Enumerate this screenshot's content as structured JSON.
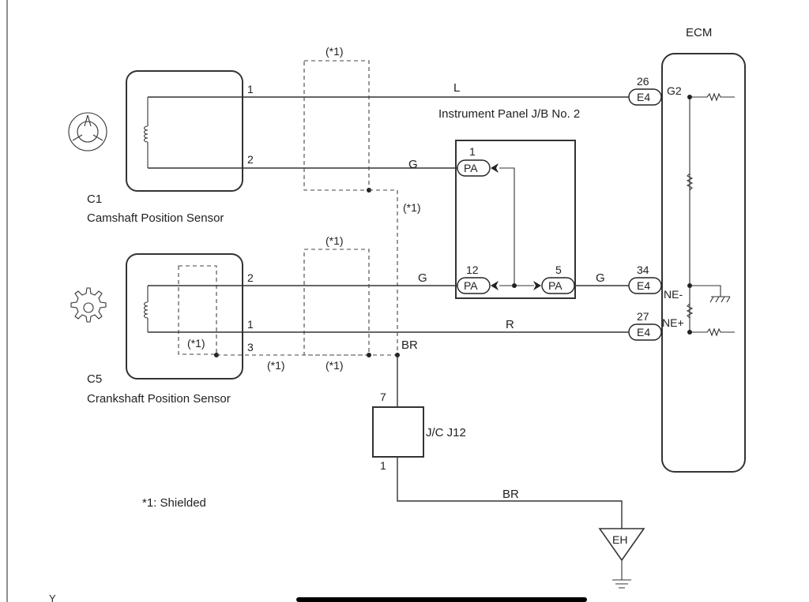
{
  "diagram": {
    "ecm": {
      "title": "ECM",
      "pin_g2": "G2",
      "pin_ne_minus": "NE-",
      "pin_ne_plus": "NE+"
    },
    "camshaft_sensor": {
      "code": "C1",
      "name": "Camshaft Position Sensor",
      "pin1": "1",
      "pin2": "2"
    },
    "crankshaft_sensor": {
      "code": "C5",
      "name": "Crankshaft Position Sensor",
      "pin1": "1",
      "pin2": "2",
      "pin3": "3"
    },
    "junction_block": {
      "name": "Instrument Panel J/B No. 2",
      "pin1": "1",
      "pin12": "12",
      "pin5": "5",
      "connector": "PA"
    },
    "junction_connector": {
      "name": "J/C J12",
      "pin_top": "7",
      "pin_bottom": "1"
    },
    "ecm_connectors": [
      {
        "pin": "26",
        "connector": "E4"
      },
      {
        "pin": "34",
        "connector": "E4"
      },
      {
        "pin": "27",
        "connector": "E4"
      }
    ],
    "wire_colors": {
      "l": "L",
      "g1": "G",
      "g2": "G",
      "g3": "G",
      "r": "R",
      "br1": "BR",
      "br2": "BR"
    },
    "shield_marks": [
      "(*1)",
      "(*1)",
      "(*1)",
      "(*1)",
      "(*1)",
      "(*1)"
    ],
    "ground": {
      "label": "EH"
    },
    "footnote": "*1: Shielded",
    "corner_mark": "Y"
  }
}
